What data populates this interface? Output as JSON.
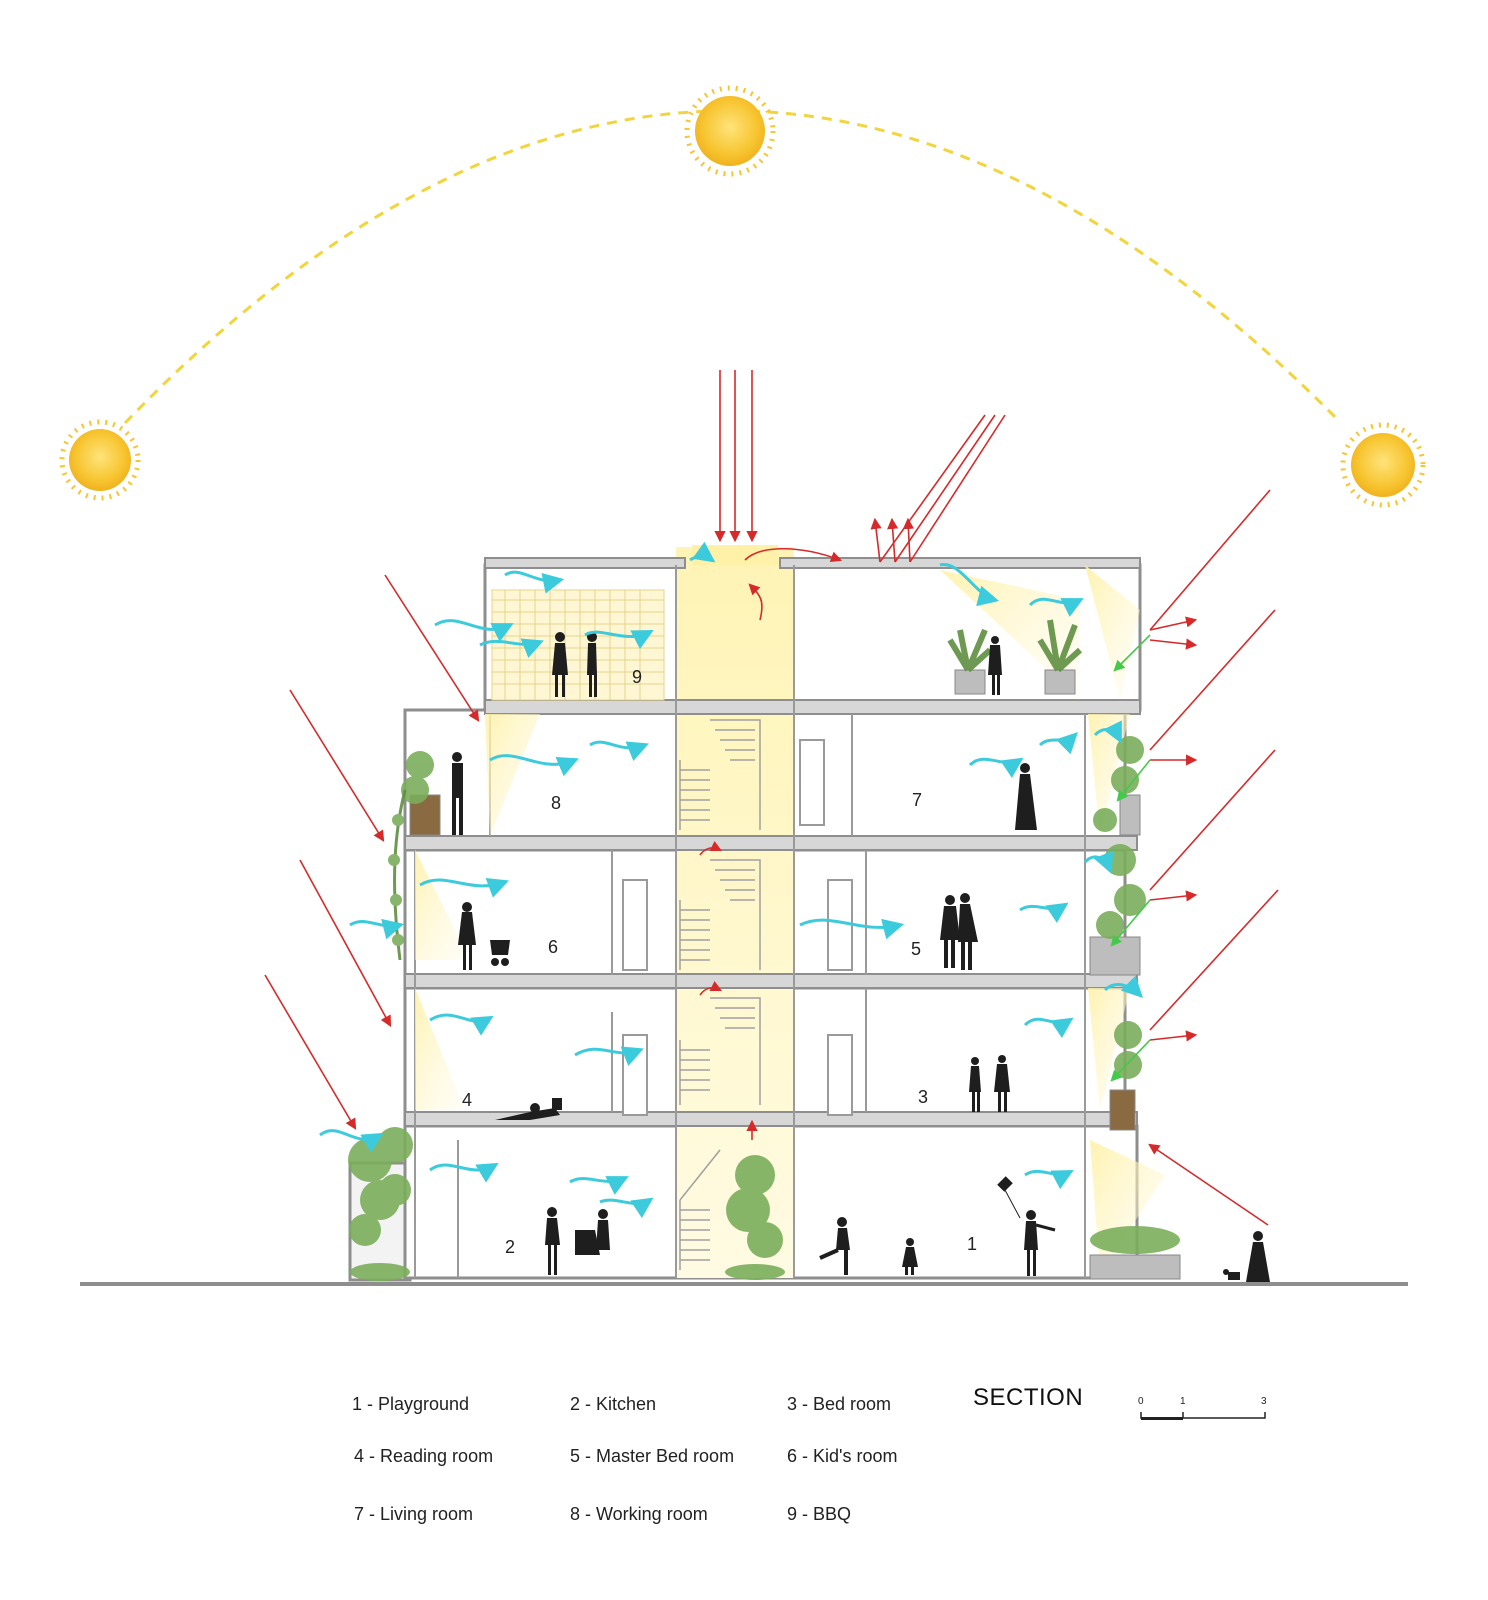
{
  "diagram": {
    "rooms": [
      {
        "num": "1"
      },
      {
        "num": "2"
      },
      {
        "num": "3"
      },
      {
        "num": "4"
      },
      {
        "num": "5"
      },
      {
        "num": "6"
      },
      {
        "num": "7"
      },
      {
        "num": "8"
      },
      {
        "num": "9"
      }
    ]
  },
  "legend": [
    {
      "label": "1 - Playground"
    },
    {
      "label": "2 - Kitchen"
    },
    {
      "label": "3 - Bed room"
    },
    {
      "label": "4 - Reading room"
    },
    {
      "label": "5 - Master Bed room"
    },
    {
      "label": "6 - Kid's room"
    },
    {
      "label": "7 - Living room"
    },
    {
      "label": "8 - Working room"
    },
    {
      "label": "9 - BBQ"
    }
  ],
  "title": "SECTION",
  "scale": {
    "ticks": [
      "0",
      "1",
      "3"
    ]
  },
  "colors": {
    "sun": "#F7C531",
    "sun_path": "#F2D53C",
    "sun_ray": "#D62A2A",
    "airflow": "#3CCBDC",
    "reflected": "#44C94A",
    "structure": "#8E8E8E",
    "light_well": "#FFF8C9",
    "silhouette": "#1E1E1E",
    "plant": "#7BAE5B"
  },
  "icons": [
    "sun-icon",
    "airflow-arrow-icon",
    "sun-ray-arrow-icon",
    "person-silhouette-icon",
    "plant-icon"
  ]
}
